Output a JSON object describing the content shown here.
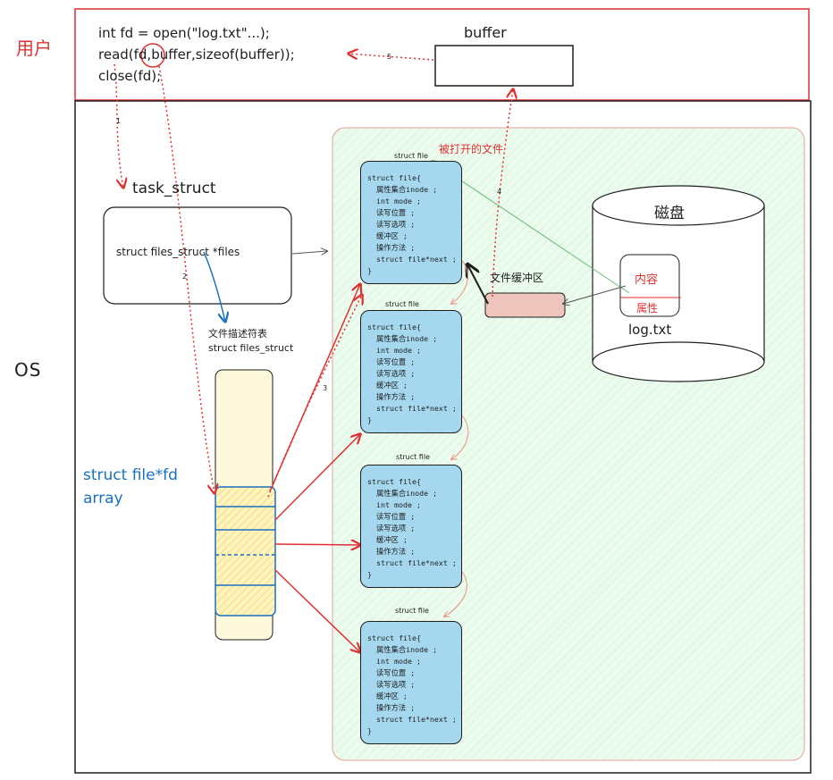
{
  "user_label": "用户",
  "os_label": "OS",
  "code_lines": [
    "int fd = open(\"log.txt\"...);",
    "read(fd,buffer,sizeof(buffer));",
    "close(fd);"
  ],
  "buffer_label": "buffer",
  "task_struct_label": "task_struct",
  "files_field": "struct files_struct *files",
  "fd_table_label_line1": "文件描述符表",
  "fd_table_label_line2": "struct files_struct",
  "fd_array_label_line1": "struct file*fd",
  "fd_array_label_line2": "array",
  "opened_files_label": "被打开的文件",
  "file_buffer_label": "文件缓冲区",
  "disk_label": "磁盘",
  "disk_content_label": "内容",
  "disk_attr_label": "属性",
  "disk_file_name": "log.txt",
  "step_numbers": [
    "1",
    "2",
    "3",
    "4",
    "5"
  ],
  "struct_files": [
    {
      "title": "struct file",
      "lines": [
        "struct file{",
        "  属性集合inode ;",
        "  int mode ;",
        "  读写位置 ;",
        "  读写选项 ;",
        "  缓冲区 ;",
        "  操作方法 ;",
        "  struct file*next ;",
        "}"
      ]
    },
    {
      "title": "struct file",
      "lines": [
        "struct file{",
        "  属性集合inode ;",
        "  int mode ;",
        "  读写位置 ;",
        "  读写选项 ;",
        "  缓冲区 ;",
        "  操作方法 ;",
        "  struct file*next ;",
        "}"
      ]
    },
    {
      "title": "struct file",
      "lines": [
        "struct file{",
        "  属性集合inode ;",
        "  int mode ;",
        "  读写位置 ;",
        "  读写选项 ;",
        "  缓冲区 ;",
        "  操作方法 ;",
        "  struct file*next ;",
        "}"
      ]
    },
    {
      "title": "struct file",
      "lines": [
        "struct file{",
        "  属性集合inode ;",
        "  int mode ;",
        "  读写位置 ;",
        "  读写选项 ;",
        "  缓冲区 ;",
        "  操作方法 ;",
        "  struct file*next ;",
        "}"
      ]
    }
  ],
  "colors": {
    "red": "#e03131",
    "blue": "#1971c2",
    "green_region": "#ebfbee",
    "file_box": "#a5d8ee",
    "array_fill": "#fff3bf",
    "buffer_fill": "#eec5bd"
  }
}
